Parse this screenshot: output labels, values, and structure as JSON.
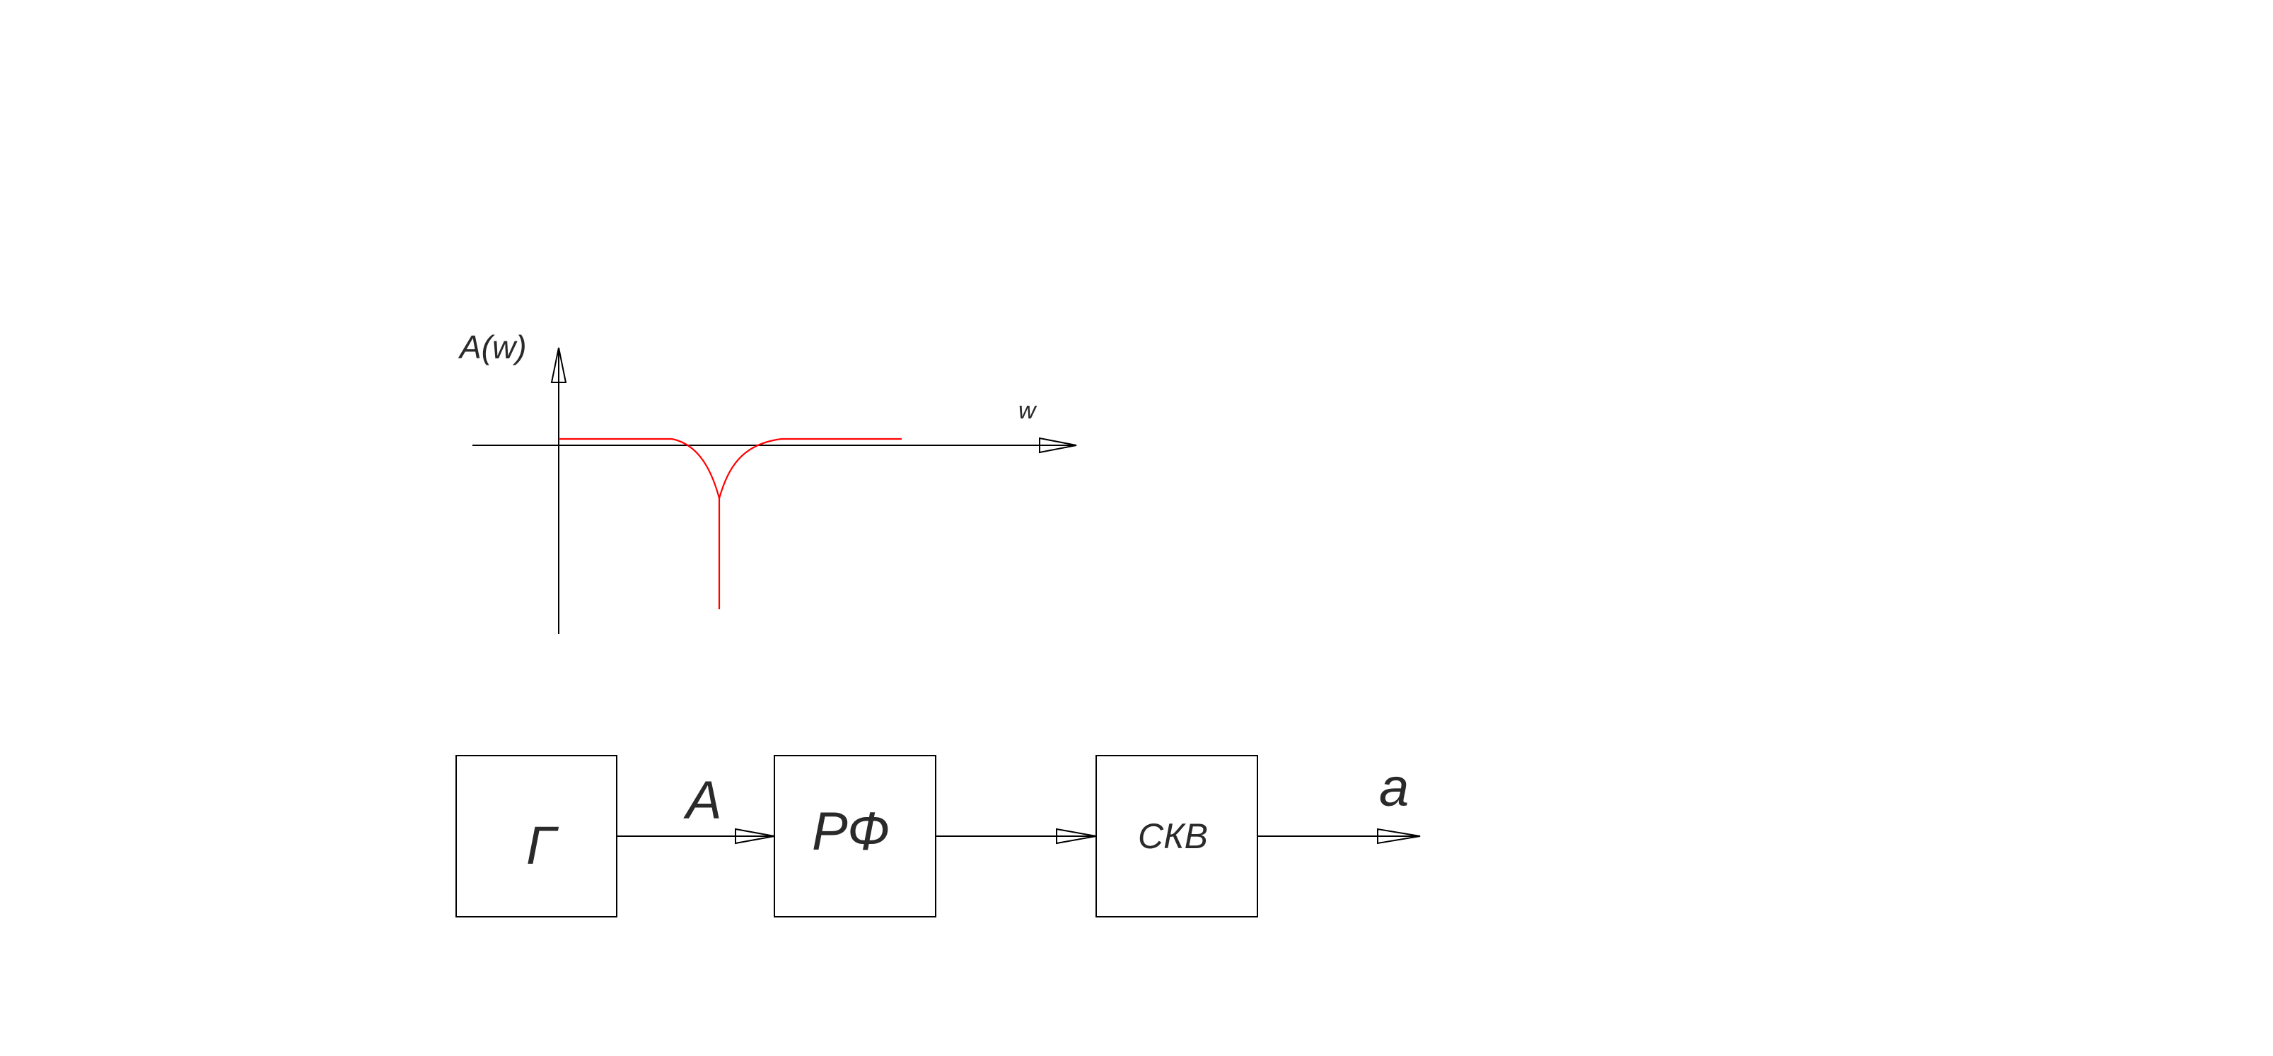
{
  "colors": {
    "ink": "#000000",
    "curve": "#ff0000",
    "background": "#ffffff"
  },
  "graph": {
    "y_label": "A(w)",
    "x_label": "w"
  },
  "block_diagram": {
    "blocks": [
      {
        "id": "generator",
        "label": "Г"
      },
      {
        "id": "notch-filter",
        "label": "РФ"
      },
      {
        "id": "rms-meter",
        "label": "СКВ"
      }
    ],
    "signals": {
      "input": "A",
      "output": "a"
    }
  }
}
